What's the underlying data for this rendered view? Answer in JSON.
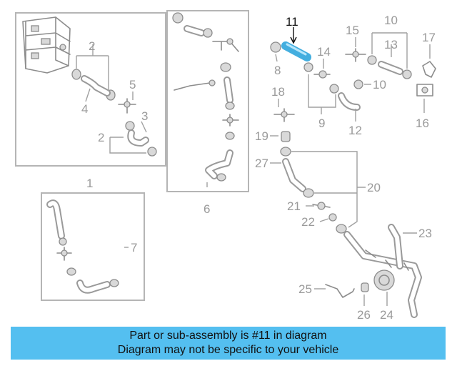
{
  "callouts": {
    "c1": "1",
    "c2a": "2",
    "c2b": "2",
    "c3": "3",
    "c4": "4",
    "c5": "5",
    "c6": "6",
    "c7": "7",
    "c8": "8",
    "c9": "9",
    "c10a": "10",
    "c10b": "10",
    "c11": "11",
    "c12": "12",
    "c13": "13",
    "c14": "14",
    "c15": "15",
    "c16": "16",
    "c17": "17",
    "c18": "18",
    "c19": "19",
    "c20": "20",
    "c21": "21",
    "c22": "22",
    "c23": "23",
    "c24": "24",
    "c25": "25",
    "c26": "26",
    "c27": "27"
  },
  "highlight": {
    "part": "11",
    "color": "#4fc3f7"
  },
  "banner": {
    "line1": "Part or sub-assembly is #11 in diagram",
    "line2": "Diagram may not be specific to your vehicle",
    "color": "#54bff0"
  }
}
